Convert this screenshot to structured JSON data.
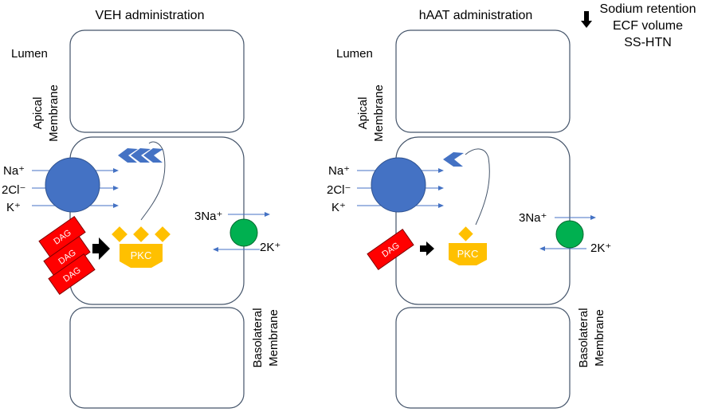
{
  "left": {
    "title": "VEH administration",
    "lumen": "Lumen",
    "apical_line1": "Apical",
    "apical_line2": "Membrane",
    "basolateral_line1": "Basolateral",
    "basolateral_line2": "Membrane",
    "ion_na": "Na⁺",
    "ion_cl": "2Cl⁻",
    "ion_k": "K⁺",
    "pump_na": "3Na⁺",
    "pump_k": "2K⁺",
    "dag_1": "DAG",
    "dag_2": "DAG",
    "dag_3": "DAG",
    "pkc": "PKC"
  },
  "right": {
    "title": "hAAT administration",
    "lumen": "Lumen",
    "apical_line1": "Apical",
    "apical_line2": "Membrane",
    "basolateral_line1": "Basolateral",
    "basolateral_line2": "Membrane",
    "ion_na": "Na⁺",
    "ion_cl": "2Cl⁻",
    "ion_k": "K⁺",
    "pump_na": "3Na⁺",
    "pump_k": "2K⁺",
    "dag_1": "DAG",
    "pkc": "PKC"
  },
  "legend": {
    "line1": "Sodium retention",
    "line2": "ECF volume",
    "line3": "SS-HTN"
  },
  "colors": {
    "transporter": "#4472c4",
    "pump": "#00b050",
    "dag": "#ff0000",
    "pkc": "#ffc000",
    "arrow": "#4472c4",
    "cell_border": "#44546a"
  }
}
